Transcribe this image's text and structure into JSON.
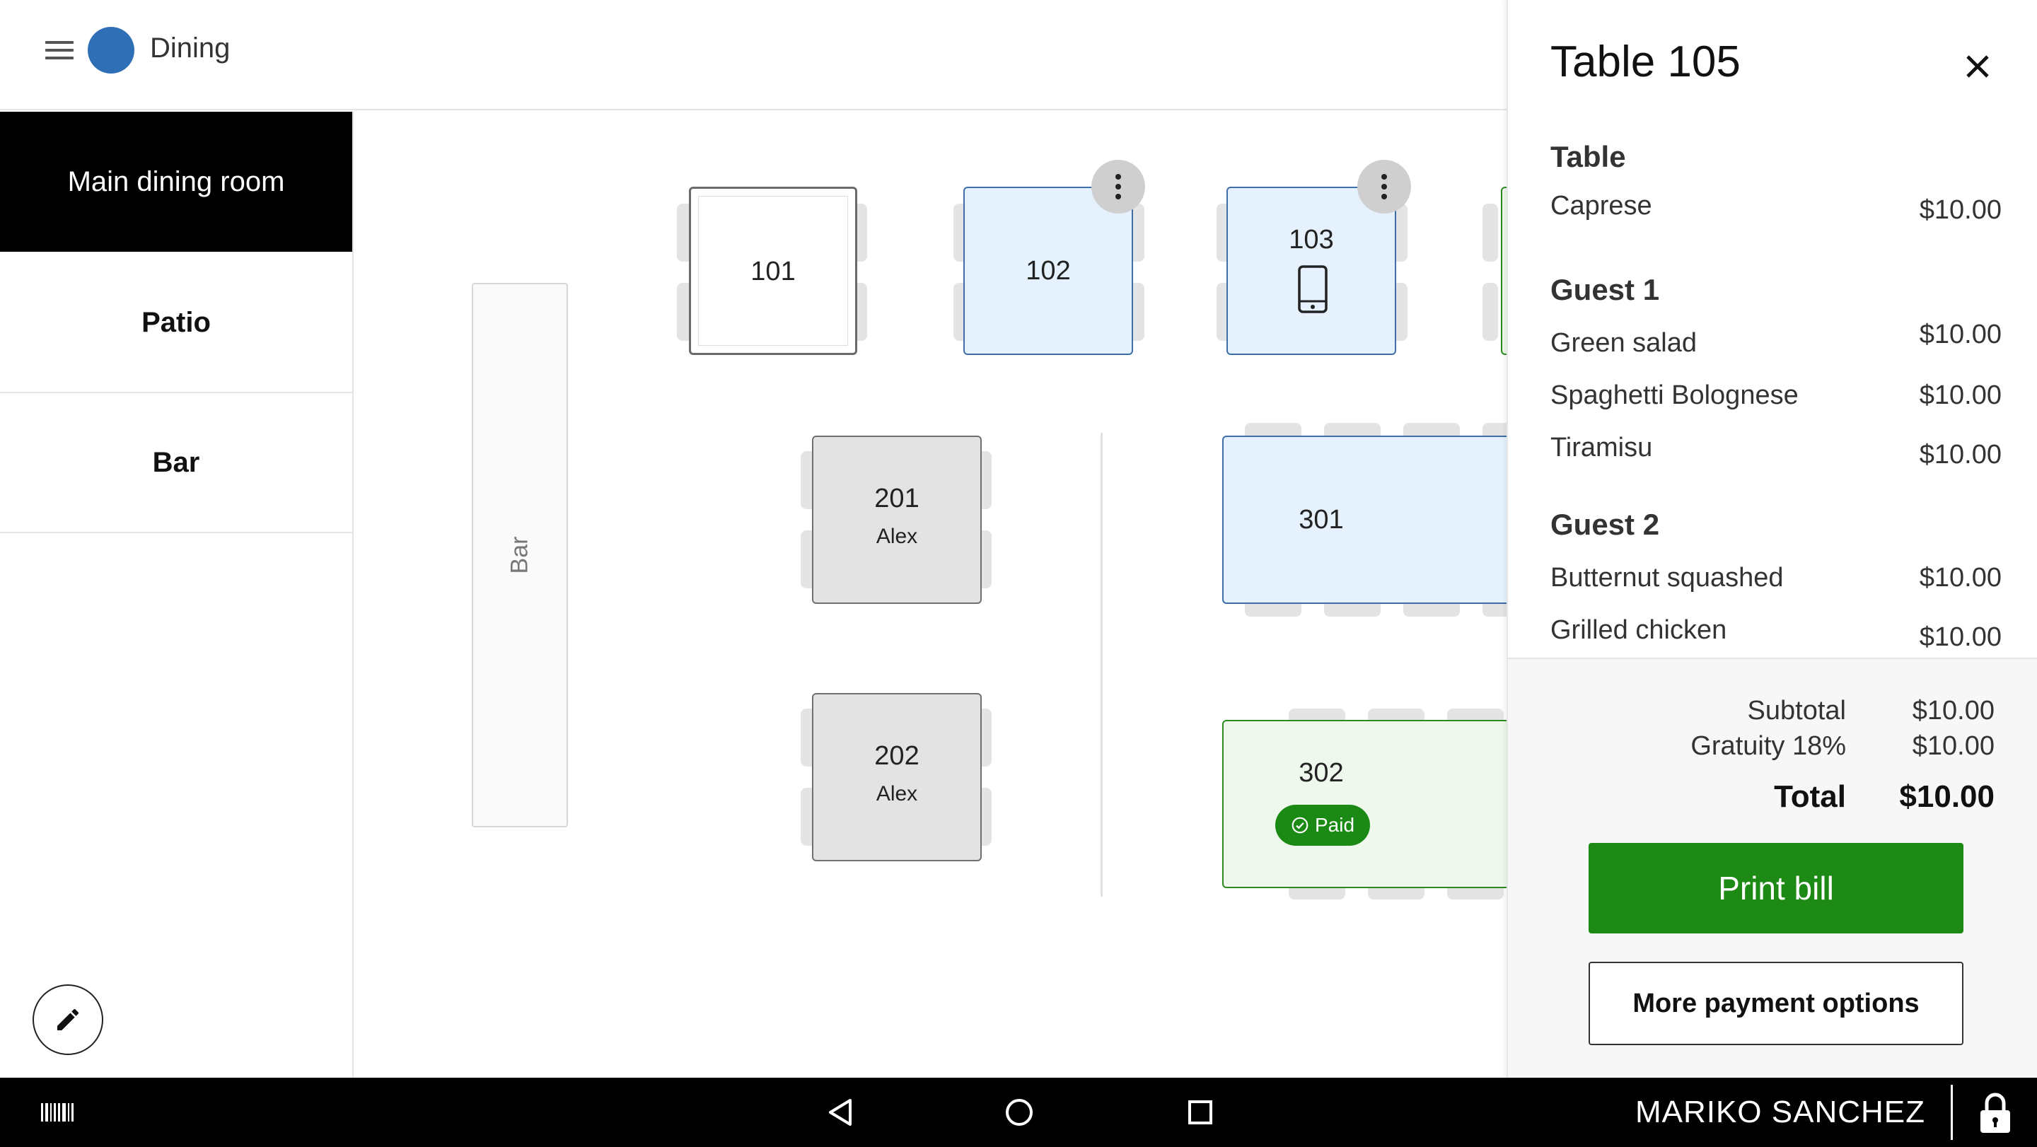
{
  "header": {
    "app_title": "Dining"
  },
  "rooms": [
    {
      "label": "Main dining room",
      "active": true
    },
    {
      "label": "Patio",
      "active": false
    },
    {
      "label": "Bar",
      "active": false
    }
  ],
  "floor": {
    "bar_label": "Bar",
    "tables": {
      "t101": {
        "number": "101"
      },
      "t102": {
        "number": "102"
      },
      "t103": {
        "number": "103"
      },
      "t201": {
        "number": "201",
        "server": "Alex"
      },
      "t202": {
        "number": "202",
        "server": "Alex"
      },
      "t301": {
        "number": "301"
      },
      "t302": {
        "number": "302",
        "badge": "Paid"
      }
    }
  },
  "panel": {
    "title": "Table 105",
    "sections": [
      {
        "heading": "Table",
        "items": [
          {
            "name": "Caprese",
            "price": "$10.00"
          }
        ]
      },
      {
        "heading": "Guest 1",
        "items": [
          {
            "name": "Green salad",
            "price": "$10.00"
          },
          {
            "name": "Spaghetti Bolognese",
            "price": "$10.00"
          },
          {
            "name": "Tiramisu",
            "price": "$10.00"
          }
        ]
      },
      {
        "heading": "Guest 2",
        "items": [
          {
            "name": "Butternut squashed",
            "price": "$10.00"
          },
          {
            "name": "Grilled chicken",
            "price": "$10.00"
          }
        ]
      }
    ],
    "totals": {
      "subtotal_label": "Subtotal",
      "subtotal": "$10.00",
      "gratuity_label": "Gratuity 18%",
      "gratuity": "$10.00",
      "total_label": "Total",
      "total": "$10.00"
    },
    "print_label": "Print bill",
    "more_payment_label": "More payment options"
  },
  "system": {
    "user_name": "MARIKO SANCHEZ"
  },
  "colors": {
    "brand": "#2f6fb5",
    "primary_action": "#1c8a14",
    "occupied": "#e5f1fd",
    "paid": "#eef8ec"
  }
}
